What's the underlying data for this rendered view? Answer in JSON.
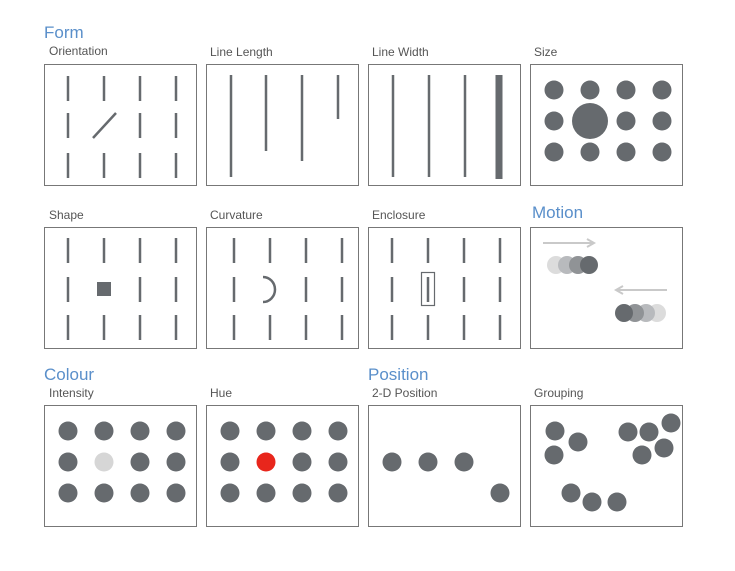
{
  "colors": {
    "heading": "#5a8fca",
    "mark": "#666a6e",
    "faint_mark": "#d6d6d6",
    "highlight_hue": "#e8261c",
    "arrow": "#c9c9c9",
    "border": "#777777"
  },
  "headings": {
    "form": "Form",
    "motion": "Motion",
    "colour": "Colour",
    "position": "Position"
  },
  "panels": {
    "orientation": "Orientation",
    "line_length": "Line Length",
    "line_width": "Line Width",
    "size": "Size",
    "shape": "Shape",
    "curvature": "Curvature",
    "enclosure": "Enclosure",
    "intensity": "Intensity",
    "hue": "Hue",
    "position_2d": "2-D Position",
    "grouping": "Grouping"
  }
}
